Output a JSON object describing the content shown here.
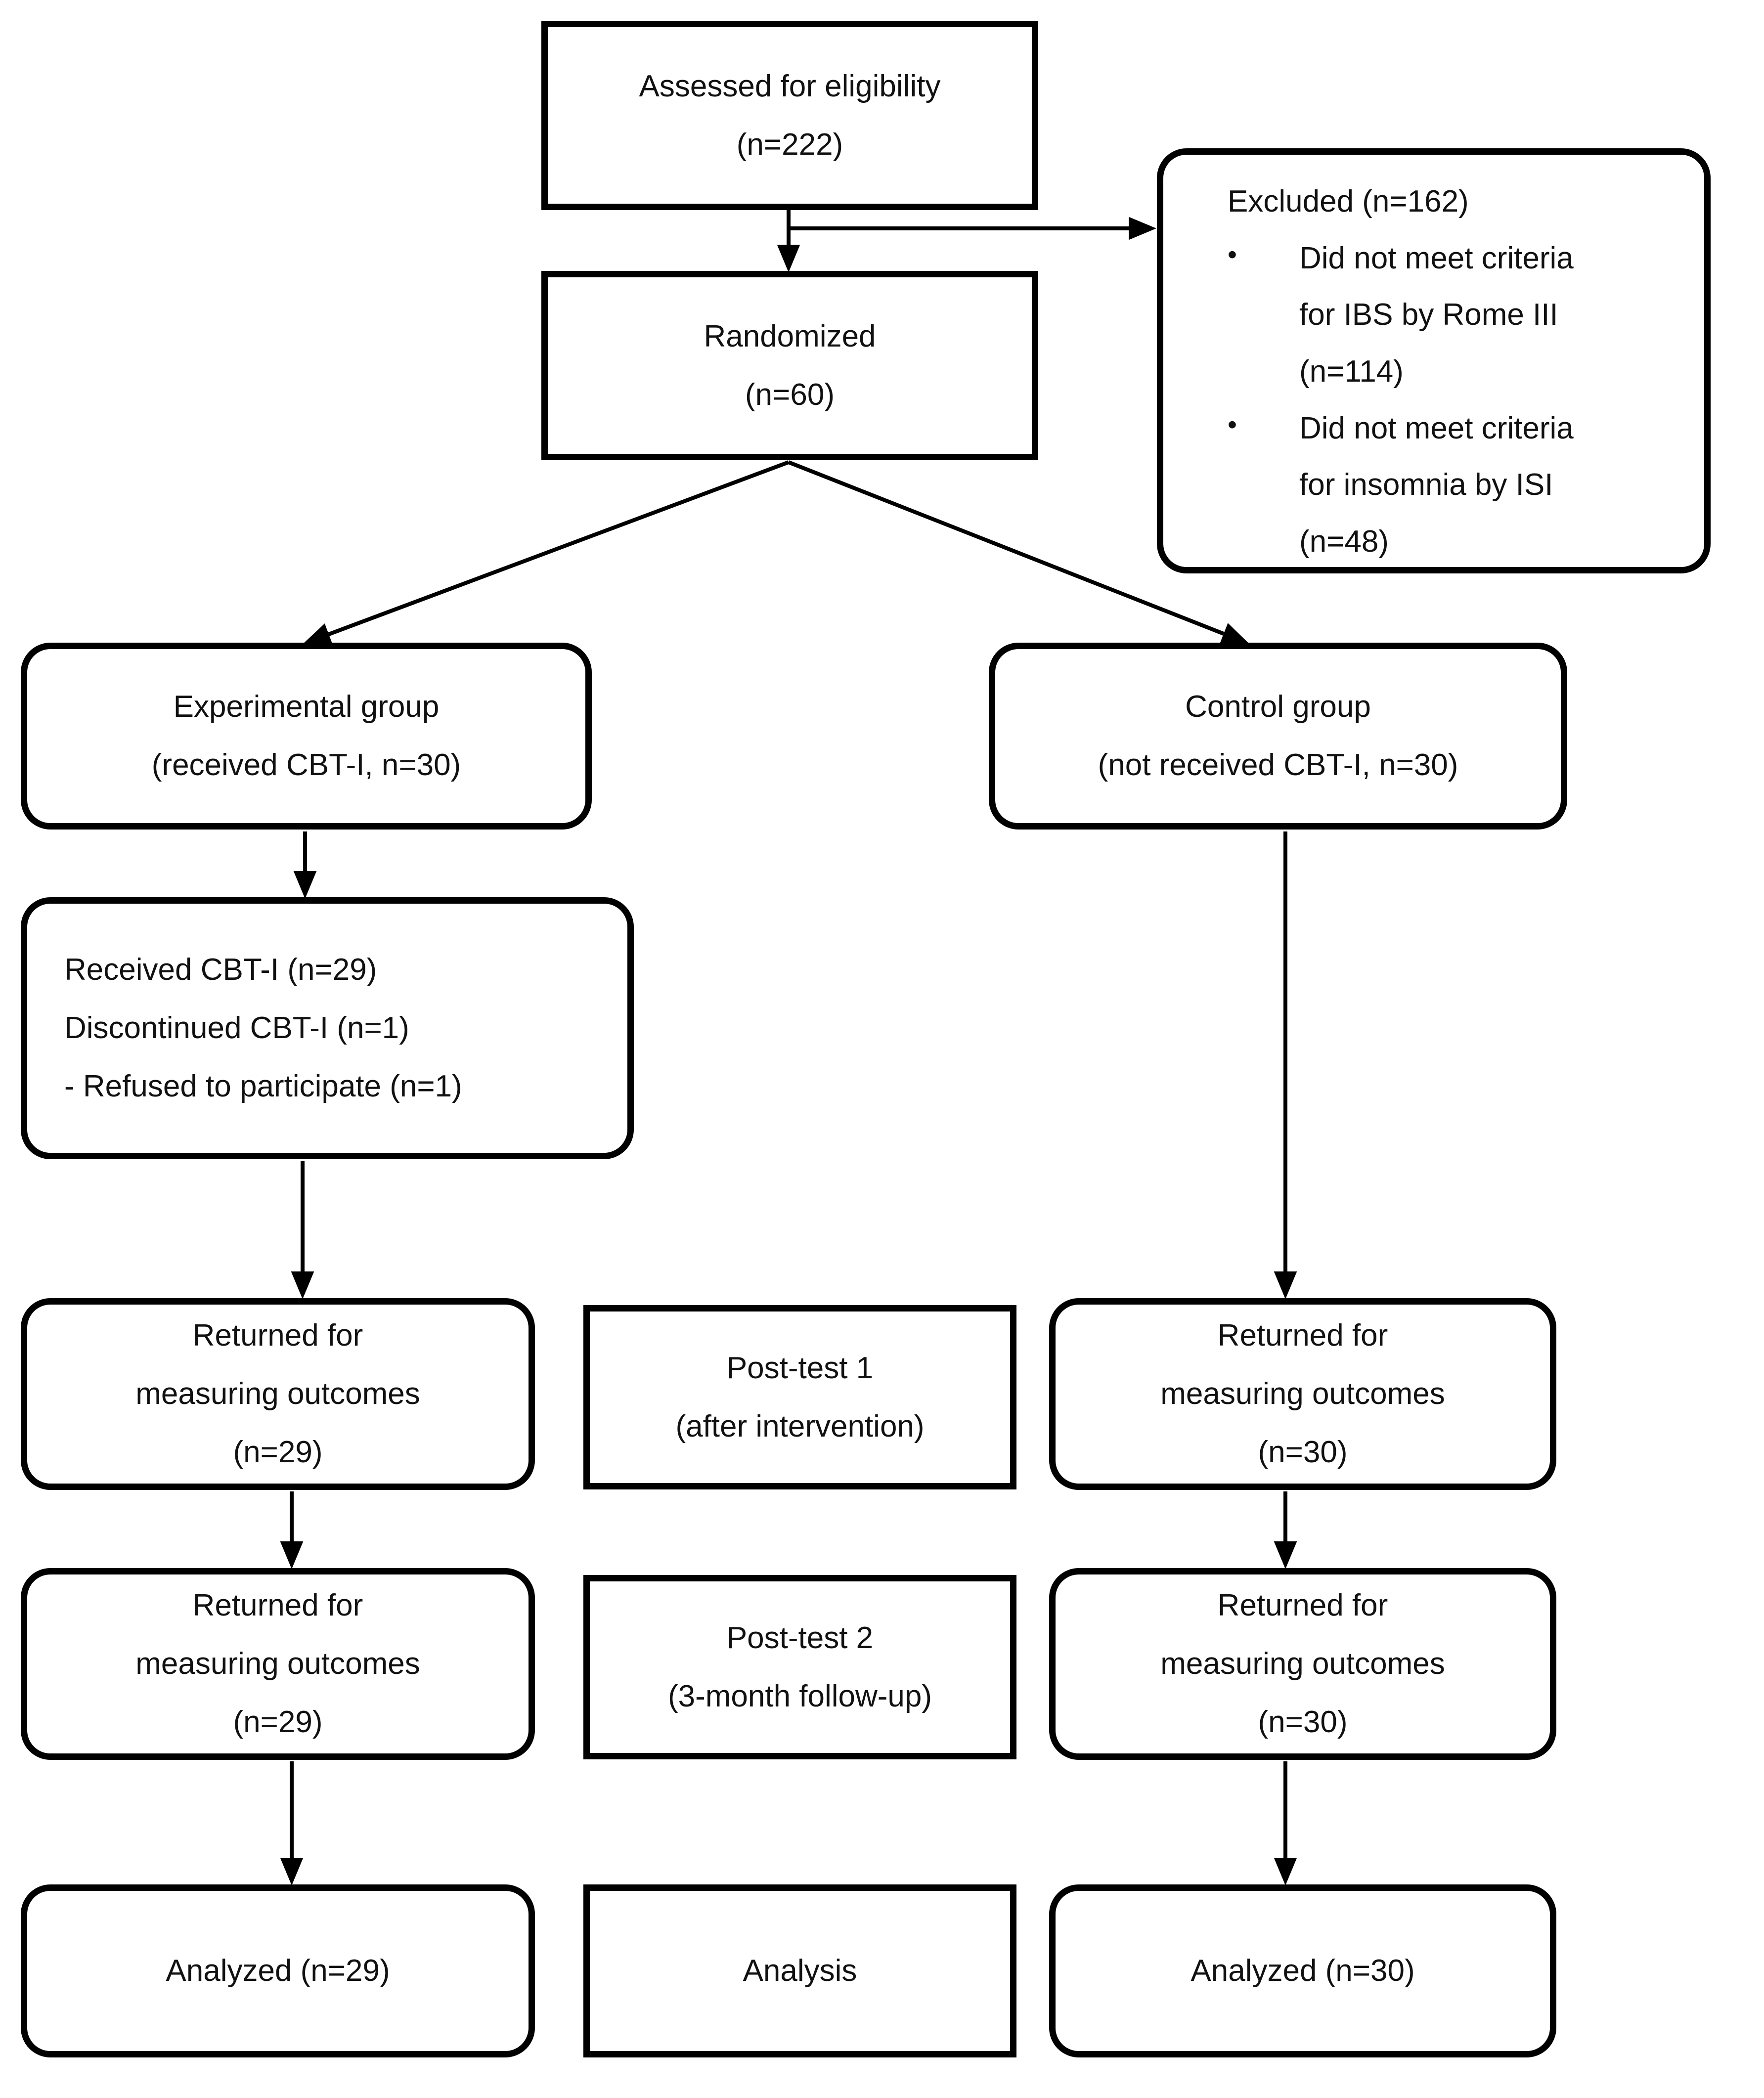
{
  "figure": {
    "type": "participant-flow-diagram",
    "colors": {
      "background": "#ffffff",
      "line": "#000000",
      "text": "#111111"
    }
  },
  "boxes": {
    "assessed": {
      "text": "Assessed for eligibility\n(n=222)"
    },
    "excluded": {
      "title": "Excluded (n=162)",
      "bullet_char": "•",
      "bullets": [
        "Did not meet criteria\nfor IBS by Rome III\n(n=114)",
        "Did not meet criteria\nfor insomnia by ISI\n(n=48)"
      ]
    },
    "randomized": {
      "text": "Randomized\n(n=60)"
    },
    "experimental": {
      "text": "Experimental group\n(received CBT-I, n=30)"
    },
    "control": {
      "text": "Control group\n(not received CBT-I, n=30)"
    },
    "received": {
      "text": "Received CBT-I (n=29)\nDiscontinued CBT-I (n=1)\n- Refused to participate (n=1)"
    },
    "returned_exp_post1": {
      "text": "Returned for\nmeasuring outcomes\n(n=29)"
    },
    "posttest1": {
      "text": "Post-test 1\n(after intervention)"
    },
    "returned_ctrl_post1": {
      "text": "Returned for\nmeasuring outcomes\n(n=30)"
    },
    "returned_exp_post2": {
      "text": "Returned for\nmeasuring outcomes\n(n=29)"
    },
    "posttest2": {
      "text": "Post-test 2\n(3-month follow-up)"
    },
    "returned_ctrl_post2": {
      "text": "Returned for\nmeasuring outcomes\n(n=30)"
    },
    "analyzed_exp": {
      "text": "Analyzed (n=29)"
    },
    "analysis": {
      "text": "Analysis"
    },
    "analyzed_ctrl": {
      "text": "Analyzed (n=30)"
    }
  }
}
